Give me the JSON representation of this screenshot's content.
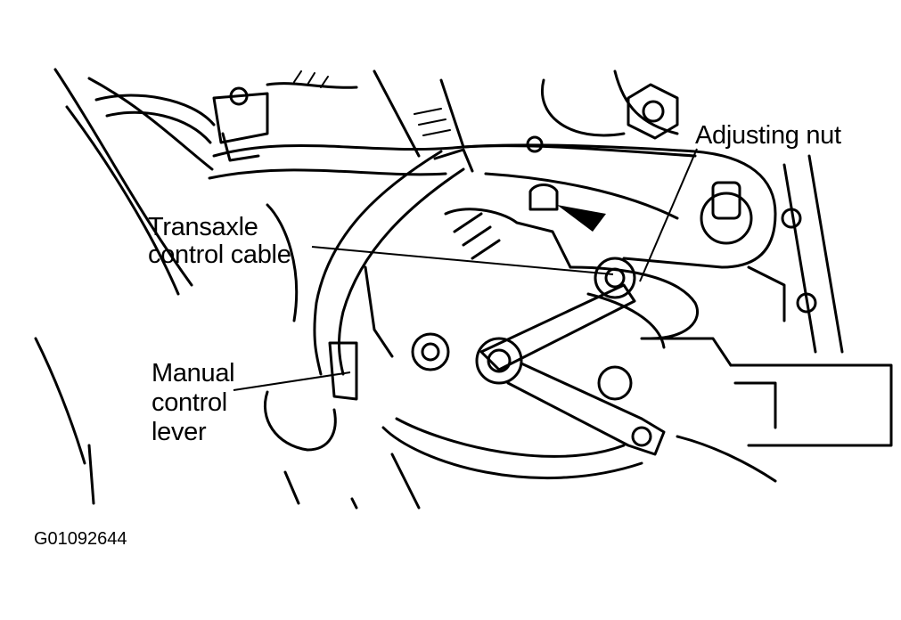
{
  "labels": {
    "adjusting_nut": "Adjusting nut",
    "transaxle_cable_line1": "Transaxle",
    "transaxle_cable_line2": "control cable",
    "manual_lever_line1": "Manual",
    "manual_lever_line2": "control",
    "manual_lever_line3": "lever"
  },
  "figure_code": "G01092644"
}
